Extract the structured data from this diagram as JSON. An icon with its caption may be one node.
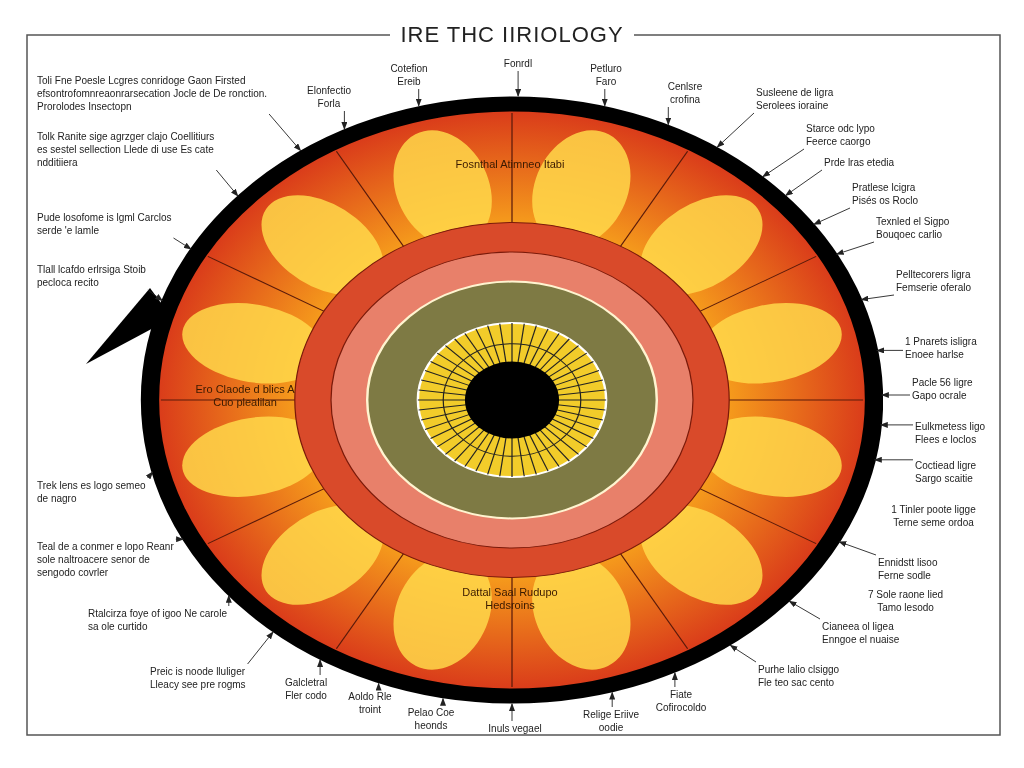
{
  "diagram": {
    "title": "IRE THC IIRIOLOGY",
    "nodes": [
      {
        "text": [],
        "shape": "picture"
      },
      {
        "text": [
          "Toli Fne Poesle Lcgres conridoge Gaon Firsted efsontrofomnreaonrarsecation Jocle de De ronction. Prorolodes Insectopn"
        ]
      },
      {
        "text": [
          "Tolk Ranite sige agrzger clajo Coellitiurs es sestel sellection Llede di use Es cate ndditiiera"
        ]
      },
      {
        "text": [
          "Pude losofome is lgml Carclos serde 'e lamle"
        ]
      },
      {
        "text": [
          "Tlall lcafdo erlrsiga Stoib pecloca recito"
        ]
      },
      {
        "text": [
          "Trek lens es logo semeo de nagro"
        ]
      },
      {
        "text": [
          "Teal de a conmer e lopo Reanr sole naltroacere senor de sengodo covrler"
        ]
      },
      {
        "text": [
          "Rtalcirza foye of igoo Ne carole sa ole curtido"
        ]
      },
      {
        "text": [
          "Preic is noode lluliger Lleacy see pre rogms"
        ]
      },
      {
        "text": [
          "Galcletral Fler codo"
        ]
      },
      {
        "text": [
          "Aoldo Rle troint"
        ]
      },
      {
        "text": [
          "Pelao Coe heonds"
        ]
      },
      {
        "text": [
          "Inuls vegael"
        ]
      },
      {
        "text": [
          "Relige Eriive oodie"
        ]
      },
      {
        "text": [
          "Fiate Cofirocoldo"
        ]
      },
      {
        "text": [
          "Elonfectio Forla"
        ]
      },
      {
        "text": [
          "Cotefion Ereib"
        ]
      },
      {
        "text": [
          "Fonrdl"
        ]
      },
      {
        "text": [
          "Petluro Faro"
        ]
      },
      {
        "text": [
          "Cenlsre crofina"
        ]
      },
      {
        "text": [
          "Susleene de ligra Serolees ioraine"
        ]
      },
      {
        "text": [
          "Starce odc lypo Feerce caorgo"
        ]
      },
      {
        "text": [
          "Prde lras etedia"
        ]
      },
      {
        "text": [
          "Pratlese lcigra Pisés os Roclo"
        ]
      },
      {
        "text": [
          "Texnled el Sigpo Bouqoec carlio"
        ]
      },
      {
        "text": [
          "Pelltecorers ligra Femserie oferalo"
        ]
      },
      {
        "text": [
          "1 Pnarets isligra Enoee harlse"
        ]
      },
      {
        "text": [
          "Pacle 56 ligre Gapo ocrale"
        ]
      },
      {
        "text": [
          "Eulkmetess ligo Flees e loclos"
        ]
      },
      {
        "text": [
          "Coctiead ligre Sargo scaitie"
        ]
      },
      {
        "text": [
          "Ennidstt lisoo Ferne sodle"
        ]
      },
      {
        "text": [
          "Cianeea ol ligea Enngoe el nuaise"
        ]
      },
      {
        "text": [
          "Purhe lalio clsiggo Fle teo sac cento"
        ]
      }
    ],
    "edges": [
      {
        "from": 1,
        "to": 0,
        "arrow": "to"
      },
      {
        "from": 2,
        "to": 0,
        "arrow": "to"
      },
      {
        "from": 3,
        "to": 0,
        "arrow": "to"
      },
      {
        "from": 4,
        "to": 0,
        "arrow": "to"
      },
      {
        "from": 5,
        "to": 0,
        "arrow": "to"
      },
      {
        "from": 6,
        "to": 0,
        "arrow": "to"
      },
      {
        "from": 7,
        "to": 0,
        "arrow": "to"
      },
      {
        "from": 8,
        "to": 0,
        "arrow": "to"
      },
      {
        "from": 9,
        "to": 0,
        "arrow": "to"
      },
      {
        "from": 10,
        "to": 0,
        "arrow": "to"
      },
      {
        "from": 11,
        "to": 0,
        "arrow": "to"
      },
      {
        "from": 12,
        "to": 0,
        "arrow": "to"
      },
      {
        "from": 13,
        "to": 0,
        "arrow": "to"
      },
      {
        "from": 14,
        "to": 0,
        "arrow": "to"
      },
      {
        "from": 15,
        "to": 0,
        "arrow": "to"
      },
      {
        "from": 16,
        "to": 0,
        "arrow": "to"
      },
      {
        "from": 17,
        "to": 0,
        "arrow": "to"
      },
      {
        "from": 18,
        "to": 0,
        "arrow": "to"
      },
      {
        "from": 19,
        "to": 0,
        "arrow": "to"
      },
      {
        "from": 20,
        "to": 0,
        "arrow": "to"
      },
      {
        "from": 21,
        "to": 0,
        "arrow": "to"
      },
      {
        "from": 22,
        "to": 0,
        "arrow": "to"
      },
      {
        "from": 23,
        "to": 0,
        "arrow": "to"
      },
      {
        "from": 24,
        "to": 0,
        "arrow": "to"
      },
      {
        "from": 25,
        "to": 0,
        "arrow": "to"
      },
      {
        "from": 26,
        "to": 0,
        "arrow": "to"
      },
      {
        "from": 27,
        "to": 0,
        "arrow": "to"
      },
      {
        "from": 28,
        "to": 0,
        "arrow": "to"
      },
      {
        "from": 29,
        "to": 0,
        "arrow": "to"
      },
      {
        "from": 30,
        "to": 0,
        "arrow": "to"
      },
      {
        "from": 31,
        "to": 0,
        "arrow": "to"
      },
      {
        "from": 32,
        "to": 0,
        "arrow": "to"
      }
    ],
    "labels": [
      "Fosnthal Atimneo Itabi",
      "Ero Claode d blics A Cuo plealilan",
      "Dattal Saal Rudupo Hedsroins",
      "1 Tinler poote ligge Terne seme ordoa",
      "7 Sole raone lied Tamo lesodo"
    ]
  }
}
